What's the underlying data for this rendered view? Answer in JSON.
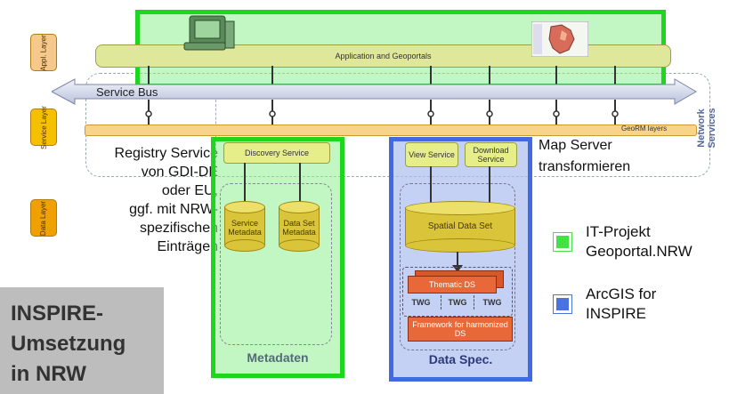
{
  "layers": {
    "application": "Appl. Layer",
    "service": "Service Layer",
    "data": "Data Layer"
  },
  "application_bar": "Application and Geoportals",
  "service_bus": "Service Bus",
  "georm_layers": "GeoRM layers",
  "network_services": "Network Services",
  "registry_text": [
    "Registry Service",
    "von GDI-DE",
    "oder EU,",
    "ggf. mit NRW-",
    "spezifischen",
    "Einträgen"
  ],
  "map_server_text": [
    "Map Server",
    "transformieren"
  ],
  "metadata_box": {
    "discovery_service": "Discovery Service",
    "service_metadata": "Service Metadata",
    "data_set_metadata": "Data Set Metadata",
    "caption": "Metadaten"
  },
  "dataspec_box": {
    "view_service": "View Service",
    "download_service": "Download Service",
    "spatial_data_set": "Spatial Data Set",
    "thematic_ds": "Thematic DS",
    "twg": [
      "TWG",
      "TWG",
      "TWG"
    ],
    "framework": "Framework for harmonized DS",
    "caption": "Data Spec."
  },
  "legend": [
    {
      "label": "IT-Projekt Geoportal.NRW",
      "color": "#44e344"
    },
    {
      "label": "ArcGIS for INSPIRE",
      "color": "#4a72e0"
    }
  ],
  "title_box": [
    "INSPIRE-",
    "Umsetzung",
    "in NRW"
  ],
  "colors": {
    "green_frame": "#1fd61f",
    "blue_frame": "#4169e1",
    "orange_layer": "#f0a400",
    "app_bar": "#dfe89a",
    "georm_bar": "#f7d48a"
  }
}
